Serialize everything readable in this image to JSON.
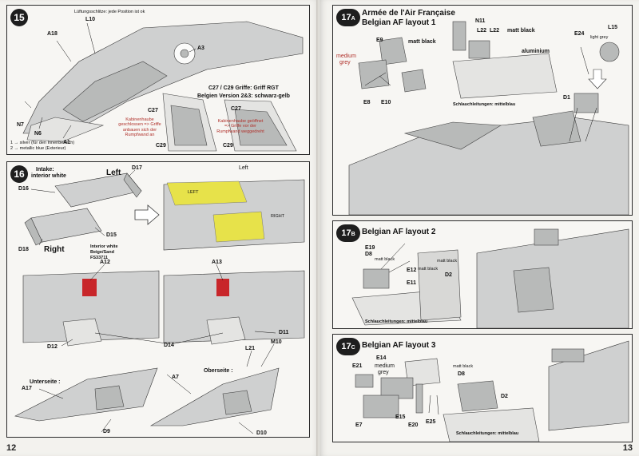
{
  "left_page": {
    "page_number": "12",
    "step15": {
      "number": "15",
      "parts": [
        "A18",
        "L10",
        "A3",
        "N7",
        "N6",
        "A1",
        "C27",
        "C29",
        "C27",
        "C29"
      ],
      "note_vents": "Lüftungsschlitze: jede Position ist ok",
      "note_paint_1": "1 → silver (für den Innenbereich)",
      "note_paint_2": "2 → metallic blue (Exterieur)",
      "note_grips_1": "C27 / C29 Griffe: Griff RGT",
      "note_grips_2": "Belgien Version 2&3: schwarz-gelb",
      "callout_closed": "Kabinenhaube geschlossen => Griffe anbauen sich der Rumpfwand an",
      "callout_open": "Kabinenhaube geöffnet => Griffe vor der Rumpfwand weggedreht"
    },
    "step16": {
      "number": "16",
      "intake_note_1": "Intake:",
      "intake_note_2": "interior white",
      "left_label": "Left",
      "right_label": "Right",
      "parts": [
        "D17",
        "D16",
        "D15",
        "D18",
        "A12",
        "A13",
        "D12",
        "D14",
        "D11",
        "A17",
        "A7",
        "L21",
        "M10",
        "D9",
        "D10"
      ],
      "colour_note_1": "Interior white",
      "colour_note_2": "Beige/Sand",
      "colour_note_3": "FS33711",
      "underside": "Unterseite :",
      "topside": "Oberseite :",
      "left_word": "Left",
      "stencil_left": "LEFT",
      "stencil_right": "RIGHT"
    }
  },
  "right_page": {
    "page_number": "13",
    "step17a": {
      "number": "17",
      "suffix": "A",
      "title_1": "Armée de l'Air Française",
      "title_2": "Belgian AF layout 1",
      "parts": [
        "E9",
        "N11",
        "L22",
        "L22",
        "E24",
        "L15",
        "E8",
        "E10",
        "D1"
      ],
      "matt_black_1": "matt black",
      "matt_black_2": "matt black",
      "medium_grey_1": "medium",
      "medium_grey_2": "grey",
      "aluminium": "aluminium",
      "light_grey": "light grey",
      "hoses": "Schlauchleitungen: mittelblau"
    },
    "step17b": {
      "number": "17",
      "suffix": "B",
      "title": "Belgian AF layout 2",
      "parts": [
        "E19",
        "D8",
        "E12",
        "E11",
        "D2"
      ],
      "matt_black_1": "matt black",
      "matt_black_2": "matt black",
      "matt_black_3": "matt black",
      "hoses": "Schlauchleitungen: mittelblau"
    },
    "step17c": {
      "number": "17",
      "suffix": "C",
      "title": "Belgian AF layout 3",
      "parts": [
        "E21",
        "E14",
        "D8",
        "D2",
        "E7",
        "E15",
        "E20",
        "E25"
      ],
      "medium_grey_1": "medium",
      "medium_grey_2": "grey",
      "matt_black": "matt black",
      "hoses": "Schlauchleitungen: mittelblau"
    }
  }
}
